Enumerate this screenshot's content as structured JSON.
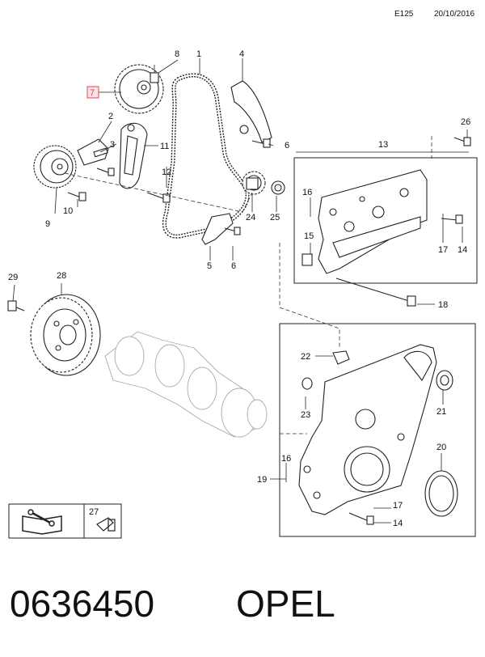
{
  "header": {
    "code": "E125",
    "date": "20/10/2016"
  },
  "footer": {
    "part_number": "0636450",
    "brand": "OPEL"
  },
  "callouts": {
    "c1": "1",
    "c2": "2",
    "c3": "3",
    "c4": "4",
    "c5": "5",
    "c6a": "6",
    "c6b": "6",
    "c7": "7",
    "c8": "8",
    "c9": "9",
    "c10": "10",
    "c11": "11",
    "c12": "12",
    "c13": "13",
    "c14a": "14",
    "c14b": "14",
    "c15": "15",
    "c16a": "16",
    "c16b": "16",
    "c17a": "17",
    "c17b": "17",
    "c18": "18",
    "c19": "19",
    "c20": "20",
    "c21": "21",
    "c22": "22",
    "c23": "23",
    "c24": "24",
    "c25": "25",
    "c26": "26",
    "c27": "27",
    "c28": "28",
    "c29": "29"
  },
  "highlight_color": "#e0464f",
  "highlight_fill": "#fde3e5"
}
